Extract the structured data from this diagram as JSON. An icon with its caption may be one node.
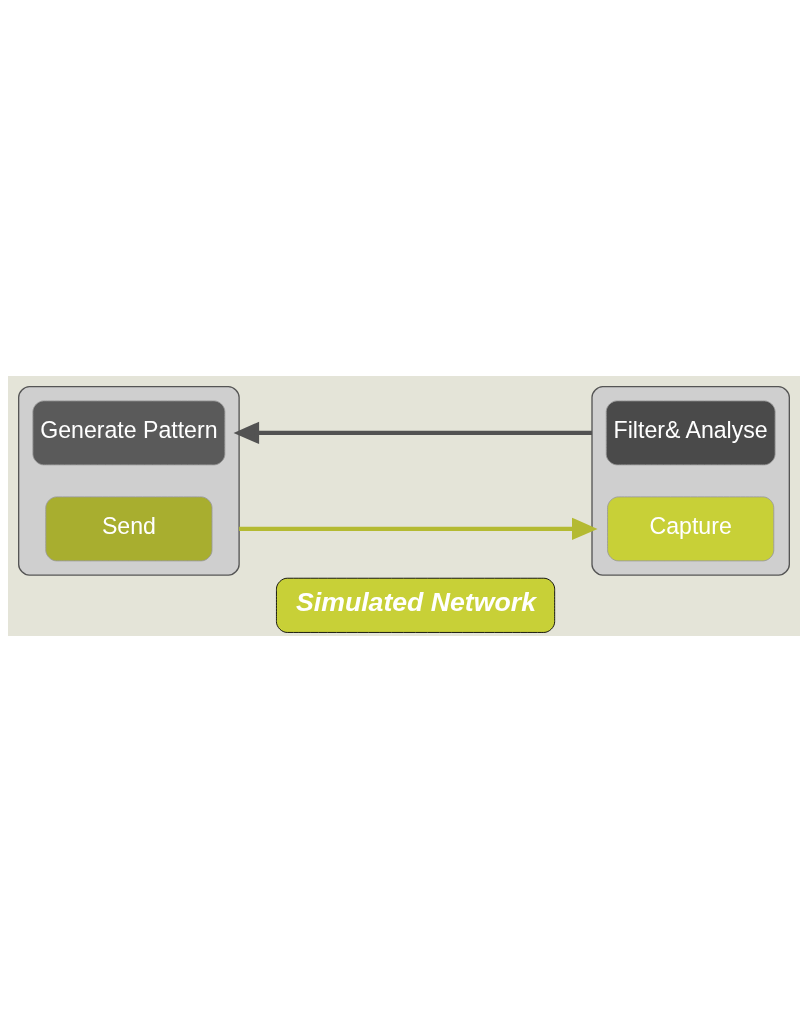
{
  "diagram": {
    "nodes": [
      {
        "text": [],
        "shape": "box"
      },
      {
        "text": [
          "Send"
        ],
        "in": 0
      },
      {
        "text": [
          "Generate Pattern"
        ],
        "in": 0
      },
      {
        "text": [],
        "shape": "box"
      },
      {
        "text": [
          "Capture"
        ],
        "in": 3
      },
      {
        "text": [
          "Filter& Analyse"
        ],
        "in": 3
      },
      {
        "text": [
          "Simulated Network"
        ]
      }
    ],
    "edges": [
      {
        "from": 0,
        "to": 3,
        "arrow": "to",
        "color": "#b4ba32"
      },
      {
        "from": 3,
        "to": 0,
        "arrow": "to",
        "color": "#525252"
      }
    ]
  }
}
